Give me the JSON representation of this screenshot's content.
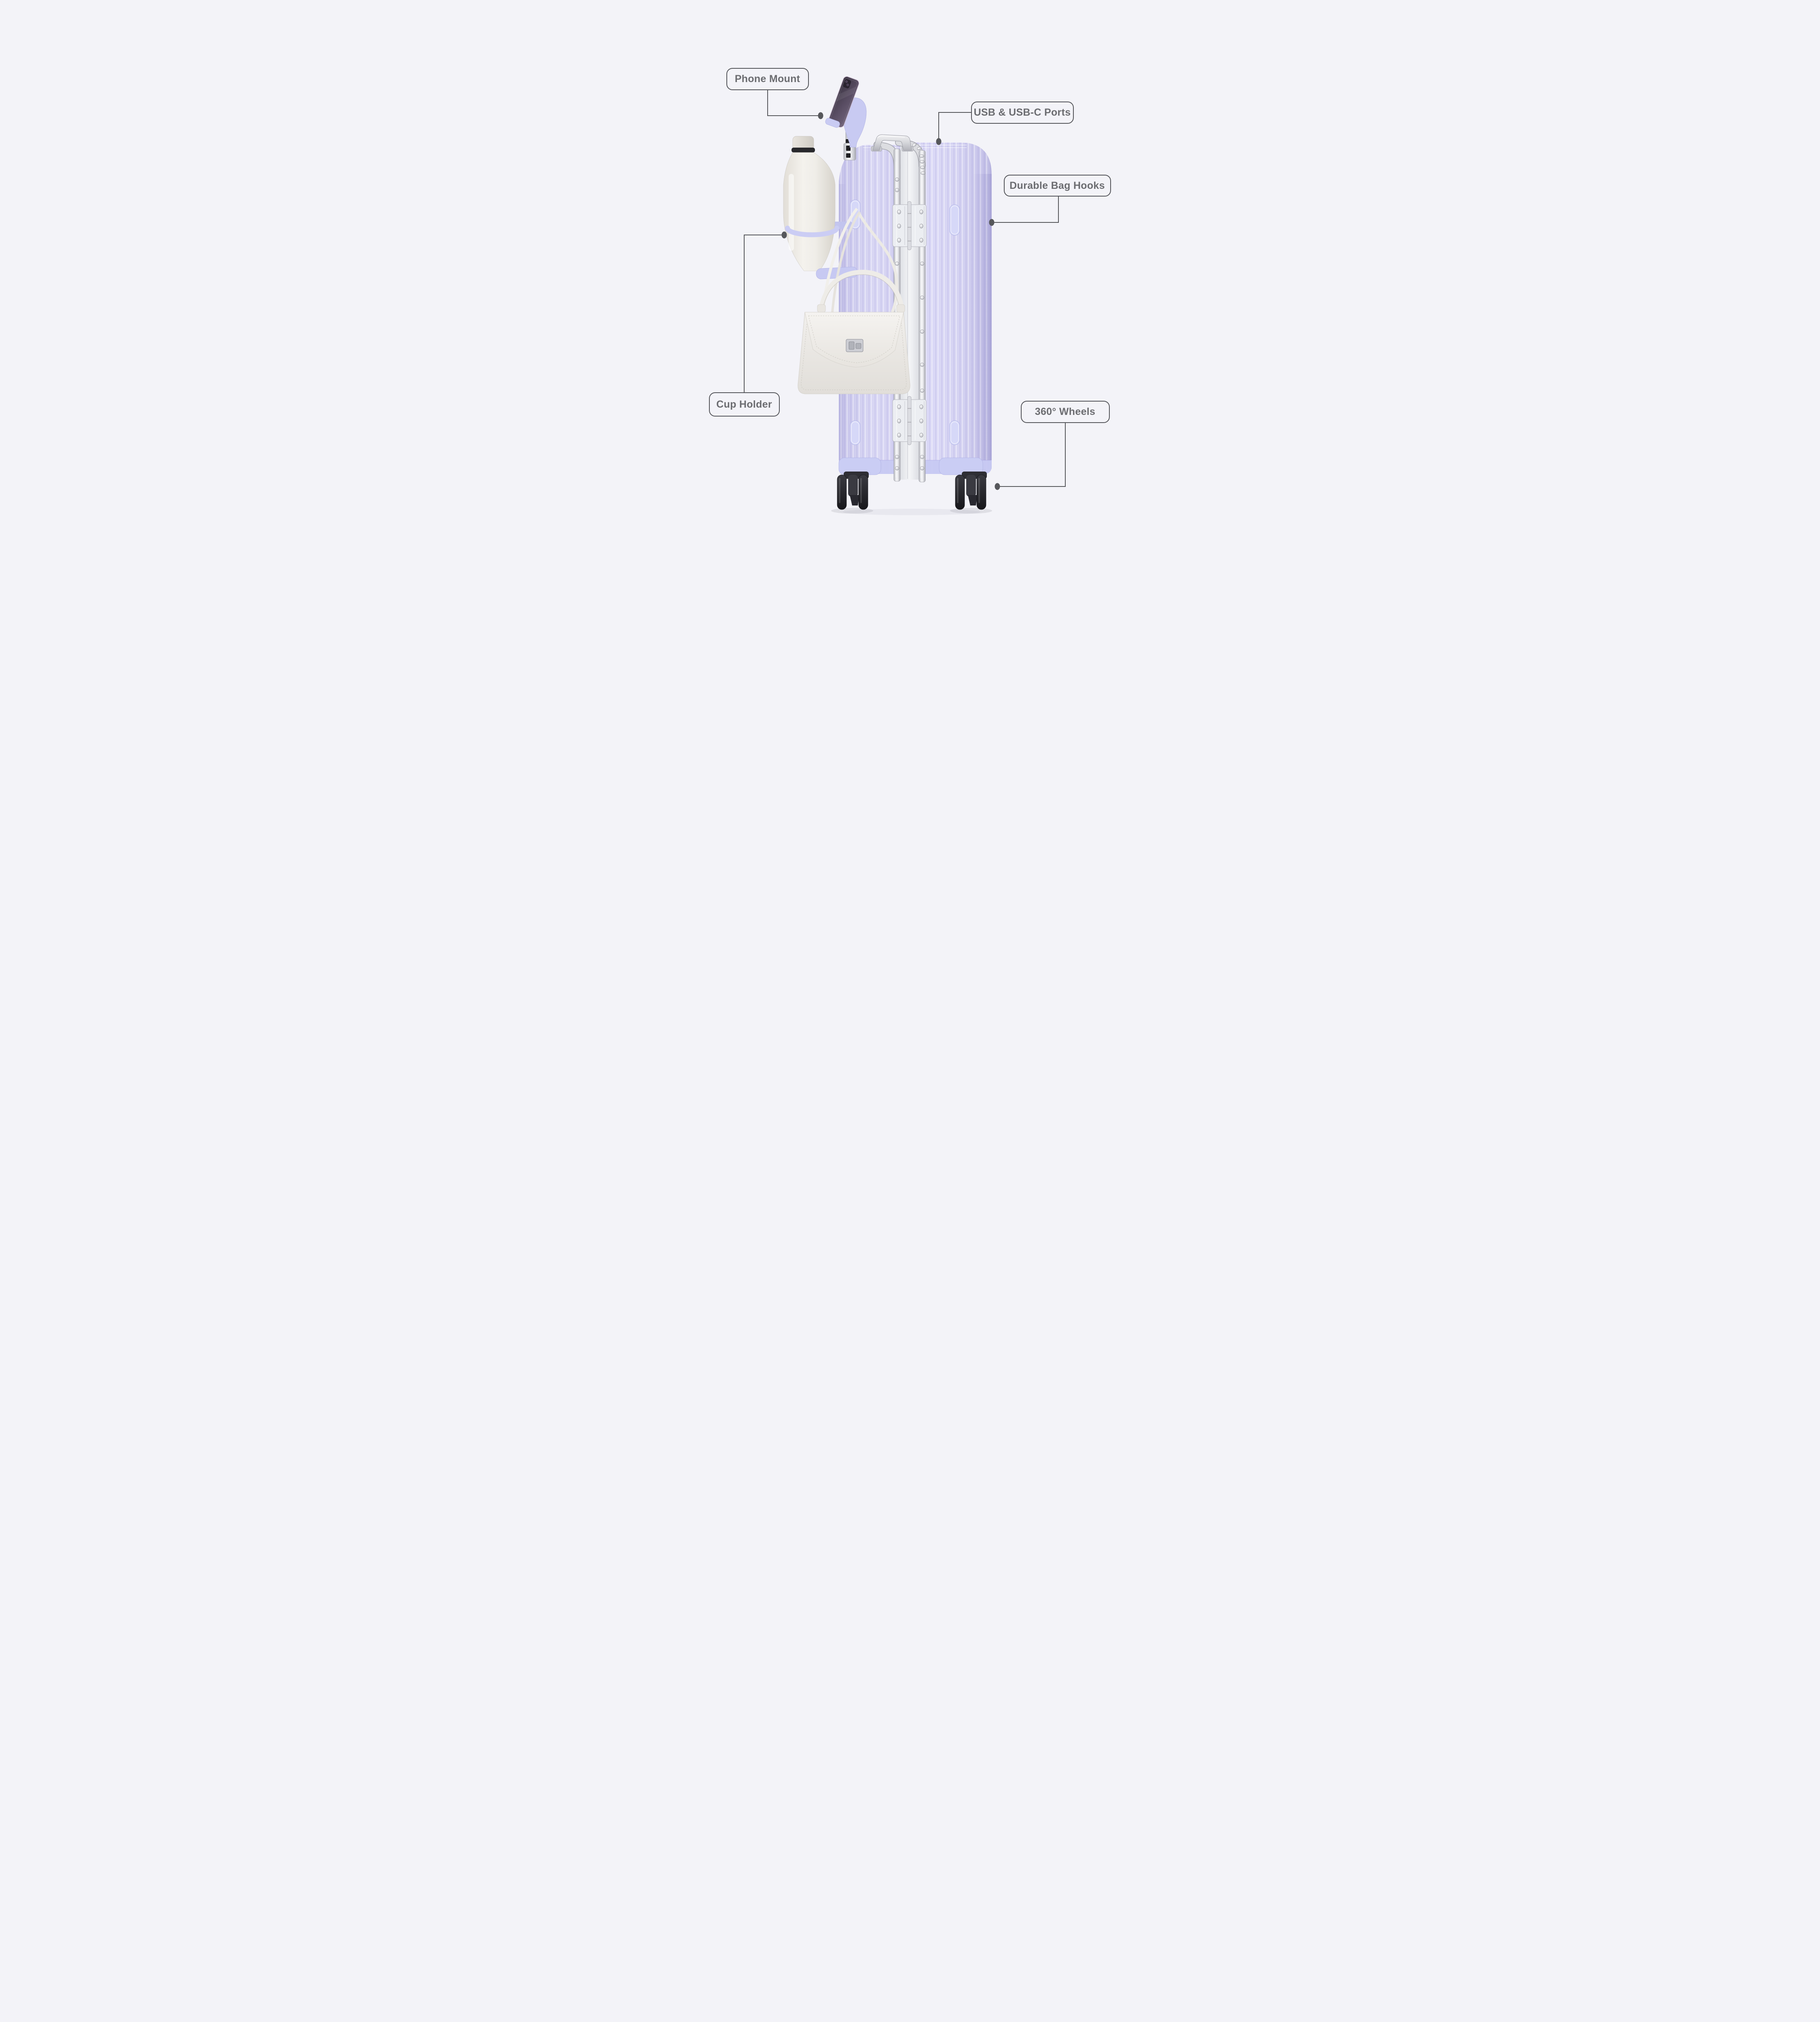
{
  "page": {
    "background_color": "#f3f3f8",
    "kind": "luggage feature callout diagram"
  },
  "colors": {
    "background": "#f3f3f8",
    "connector": "#56575b",
    "callout_border": "#54555a",
    "callout_text": "#6b6c70",
    "luggage_shell": "#cdcaef",
    "luggage_trim": "#c7c9f2",
    "aluminum_frame": "#dcdde1",
    "bottle": "#eae7e1",
    "handbag": "#edebe7",
    "wheels": "#26262b",
    "phone": "#4a4250"
  },
  "callouts": {
    "phone_mount": {
      "label": "Phone Mount"
    },
    "usb_ports": {
      "label": "USB & USB-C Ports"
    },
    "bag_hooks": {
      "label": "Durable Bag Hooks"
    },
    "cup_holder": {
      "label": "Cup Holder"
    },
    "wheels": {
      "label": "360° Wheels"
    }
  }
}
